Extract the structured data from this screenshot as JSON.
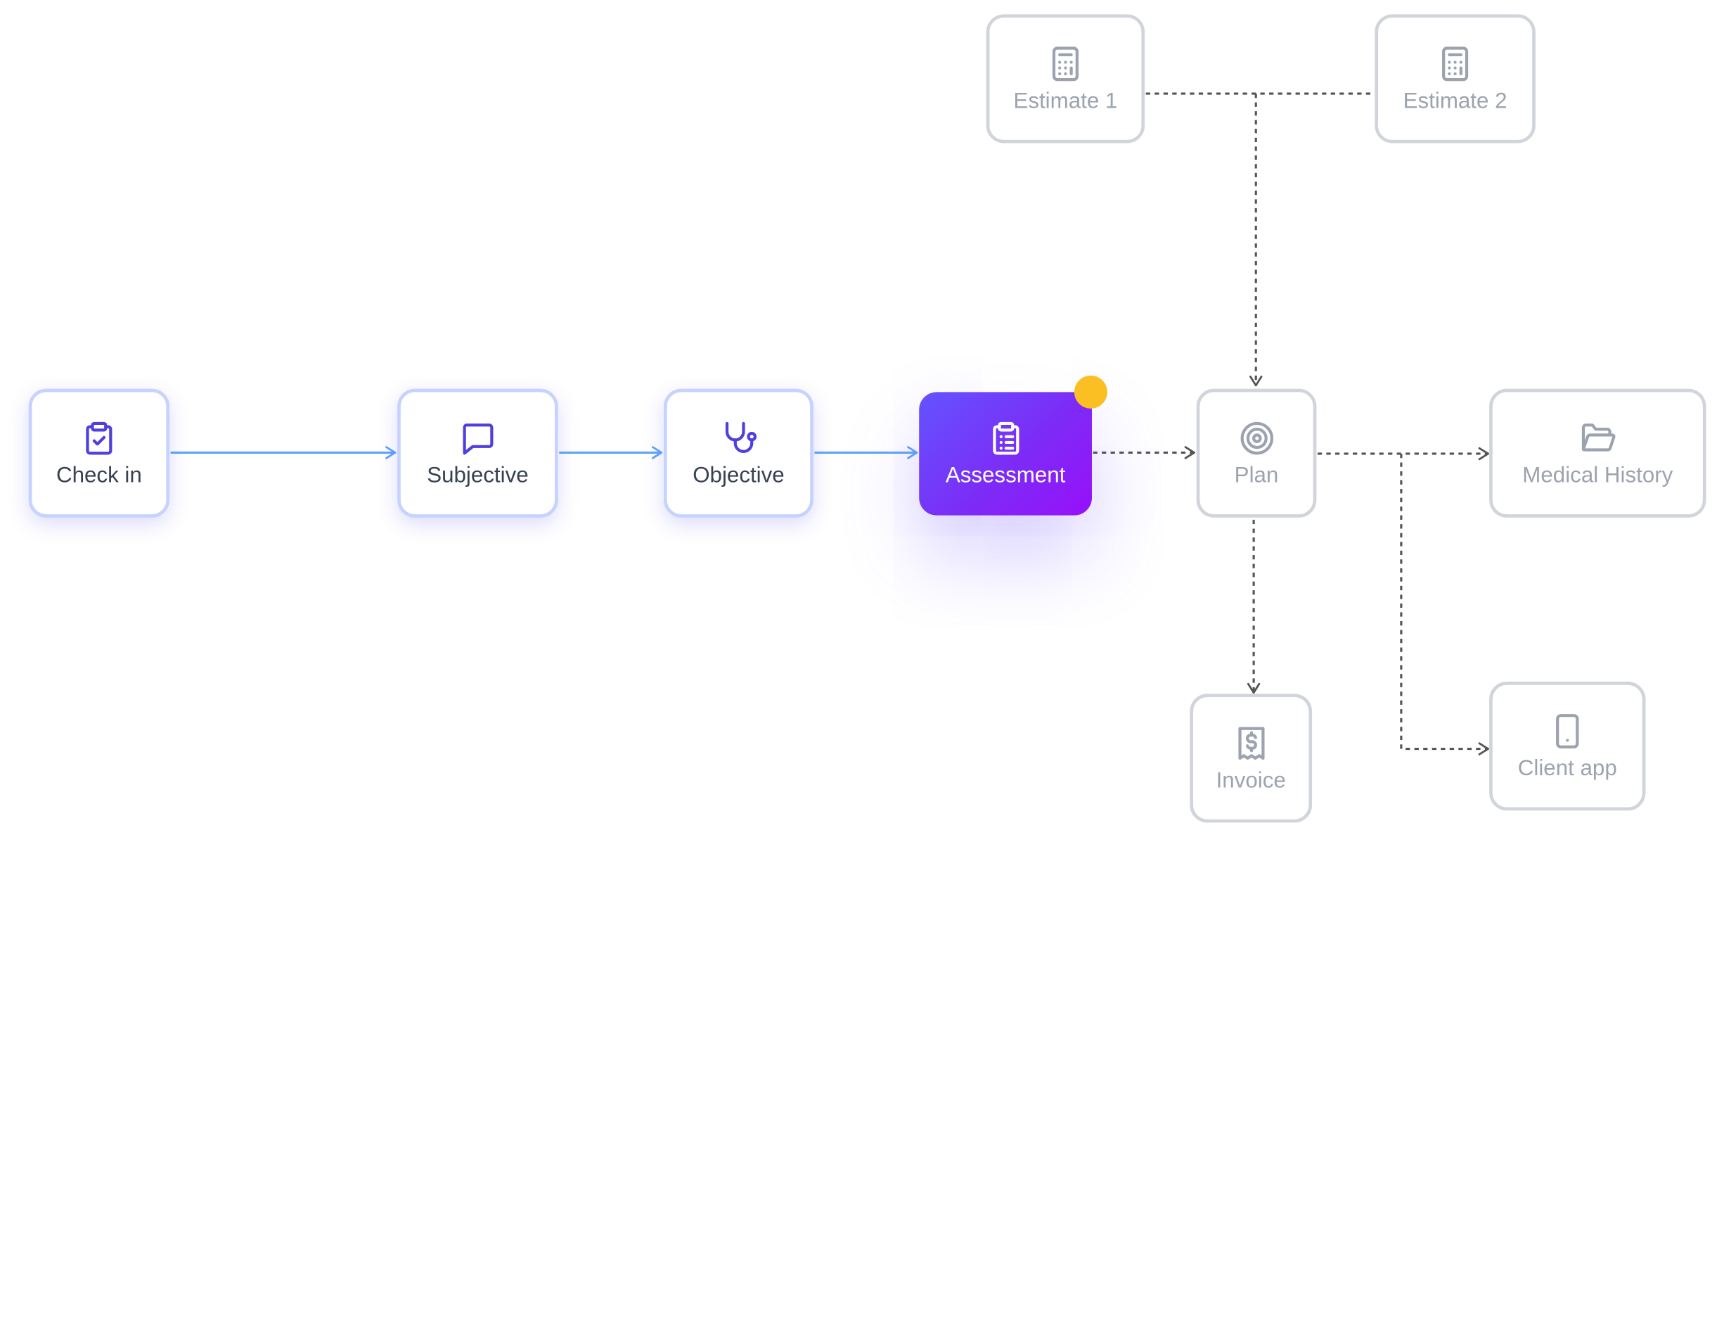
{
  "colors": {
    "done_icon": "#4f3fe0",
    "done_border": "#c7d2fe",
    "done_connector": "#60a5fa",
    "active_gradient_start": "#6354ff",
    "active_gradient_end": "#9810fa",
    "active_text": "#ffffff",
    "pending_border": "#d1d5db",
    "pending_icon": "#9ca3af",
    "pending_connector": "#555555",
    "badge": "#fbbf24"
  },
  "nodes": {
    "check_in": {
      "label": "Check in",
      "state": "done",
      "icon": "clipboard-check-icon"
    },
    "subjective": {
      "label": "Subjective",
      "state": "done",
      "icon": "chat-bubble-icon"
    },
    "objective": {
      "label": "Objective",
      "state": "done",
      "icon": "stethoscope-icon"
    },
    "assessment": {
      "label": "Assessment",
      "state": "active",
      "icon": "clipboard-list-icon"
    },
    "plan": {
      "label": "Plan",
      "state": "pending",
      "icon": "target-icon"
    },
    "estimate_1": {
      "label": "Estimate 1",
      "state": "pending",
      "icon": "calculator-icon"
    },
    "estimate_2": {
      "label": "Estimate 2",
      "state": "pending",
      "icon": "calculator-icon"
    },
    "medical_history": {
      "label": "Medical History",
      "state": "pending",
      "icon": "folder-open-icon"
    },
    "invoice": {
      "label": "Invoice",
      "state": "pending",
      "icon": "receipt-icon"
    },
    "client_app": {
      "label": "Client app",
      "state": "pending",
      "icon": "smartphone-icon"
    }
  },
  "edges": [
    {
      "from": "Check in",
      "to": "Subjective",
      "style": "solid"
    },
    {
      "from": "Subjective",
      "to": "Objective",
      "style": "solid"
    },
    {
      "from": "Objective",
      "to": "Assessment",
      "style": "solid"
    },
    {
      "from": "Assessment",
      "to": "Plan",
      "style": "dashed"
    },
    {
      "from": "Estimate 1",
      "to": "Plan",
      "style": "dashed"
    },
    {
      "from": "Estimate 2",
      "to": "Plan",
      "style": "dashed"
    },
    {
      "from": "Plan",
      "to": "Medical History",
      "style": "dashed"
    },
    {
      "from": "Plan",
      "to": "Invoice",
      "style": "dashed"
    },
    {
      "from": "Plan",
      "to": "Client app",
      "style": "dashed"
    }
  ]
}
